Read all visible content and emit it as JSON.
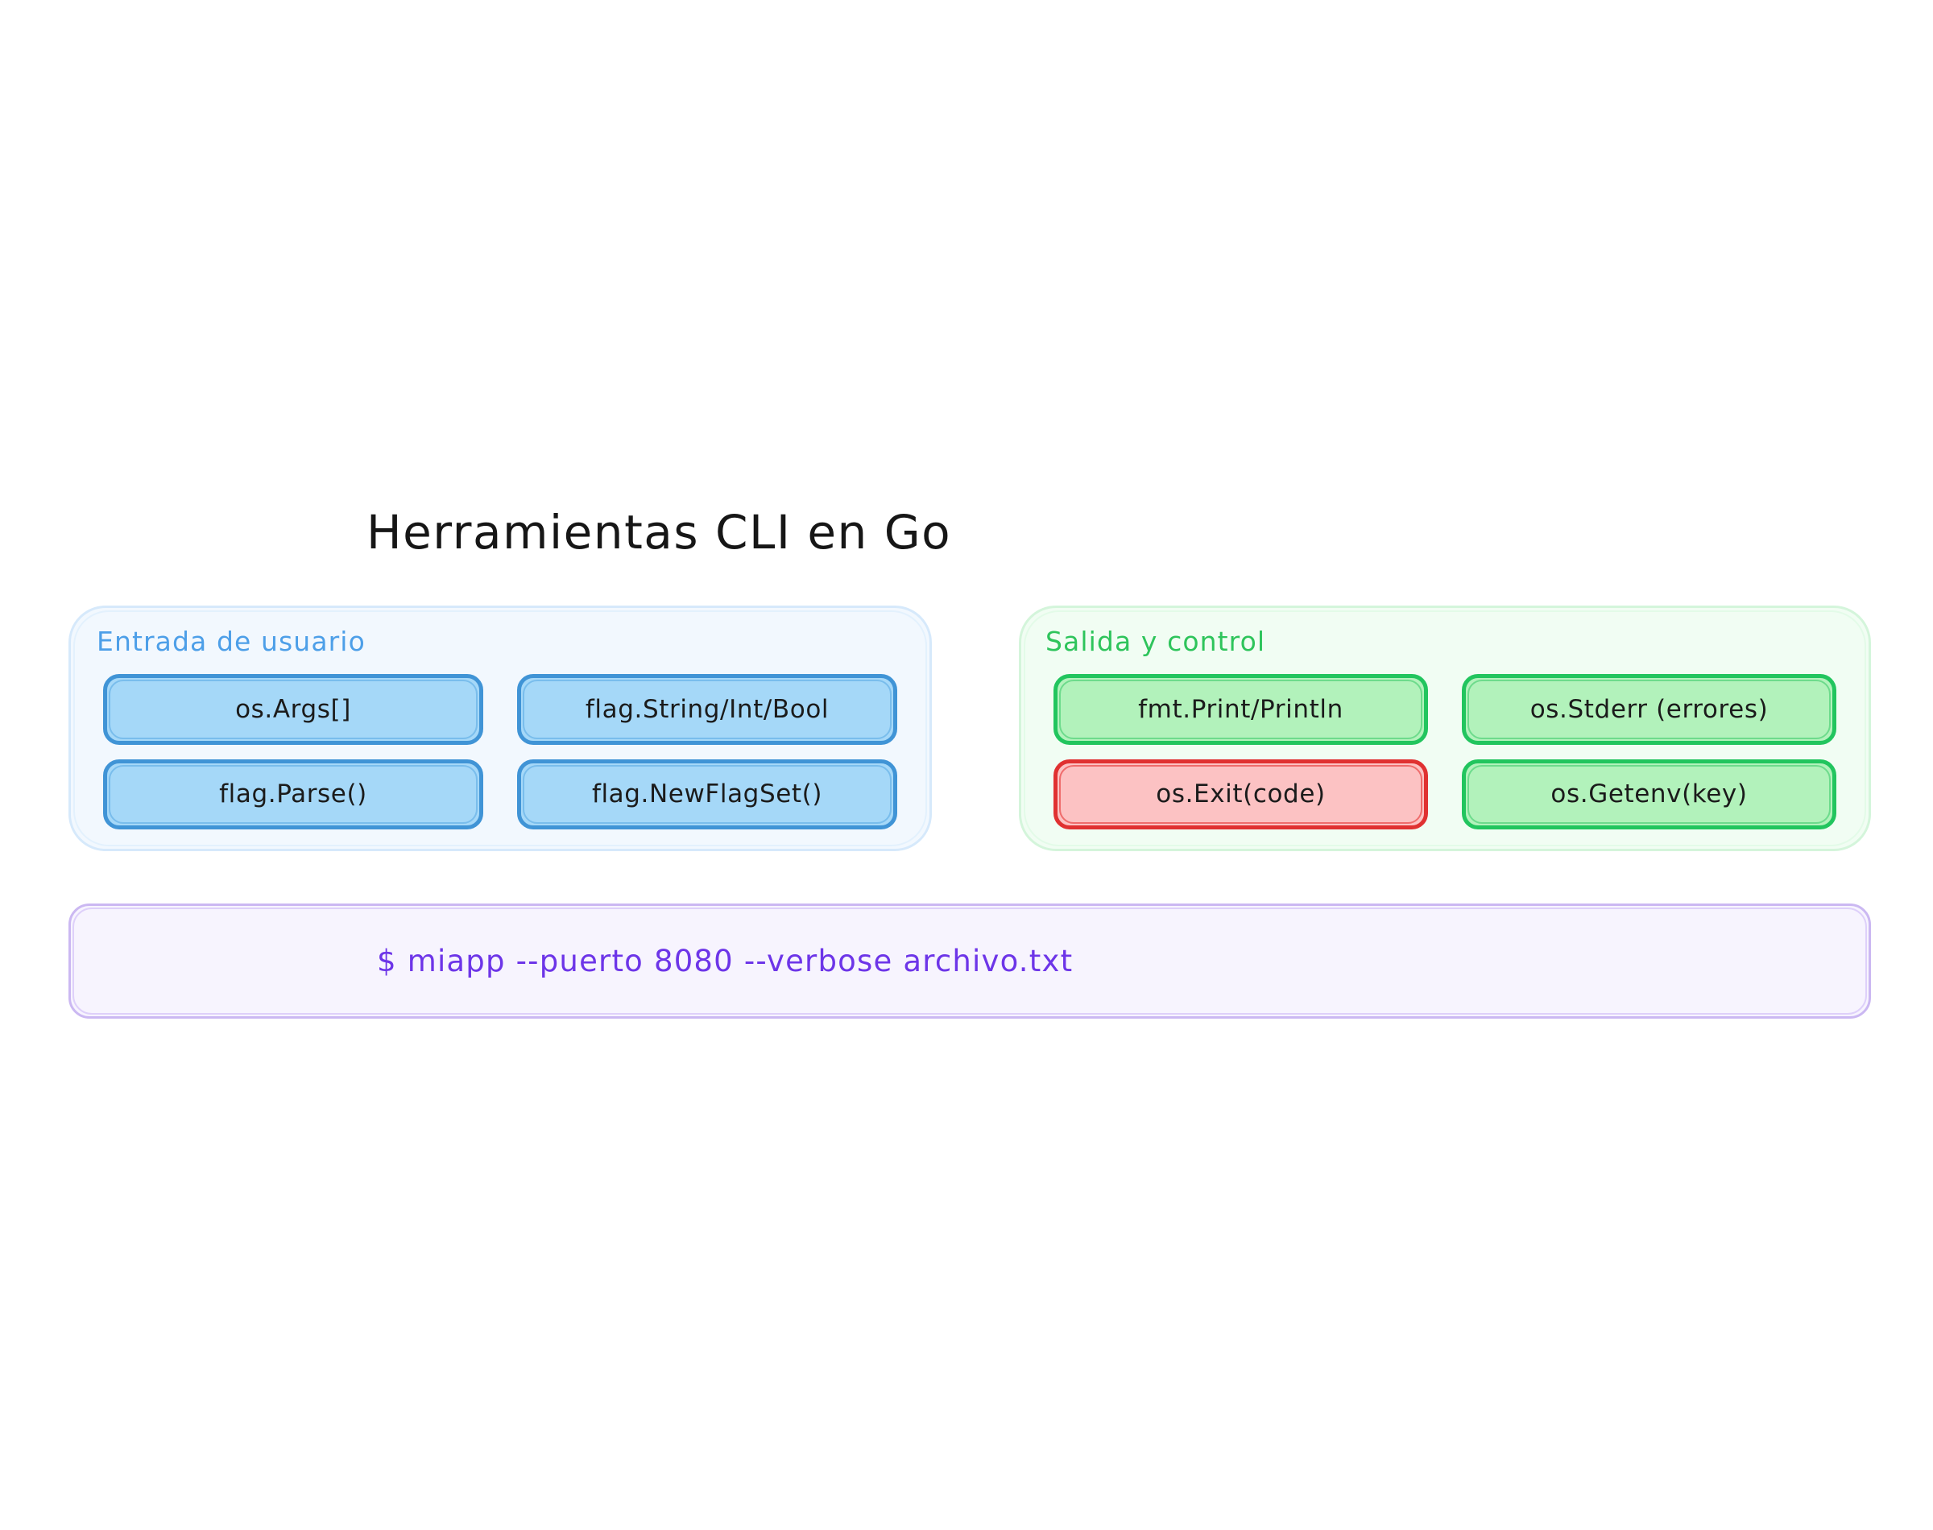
{
  "diagram": {
    "title": "Herramientas CLI en Go",
    "groups": [
      {
        "id": "entrada",
        "label": "Entrada de usuario",
        "accent": "#4d9fe8",
        "background": "#f2f8fe",
        "border": "#d6e9fb",
        "nodes": [
          {
            "label": "os.Args[]",
            "style": "blue"
          },
          {
            "label": "flag.String/Int/Bool",
            "style": "blue"
          },
          {
            "label": "flag.Parse()",
            "style": "blue"
          },
          {
            "label": "flag.NewFlagSet()",
            "style": "blue"
          }
        ]
      },
      {
        "id": "salida",
        "label": "Salida y control",
        "accent": "#2ec45b",
        "background": "#f1fdf3",
        "border": "#d4f5db",
        "nodes": [
          {
            "label": "fmt.Print/Println",
            "style": "green"
          },
          {
            "label": "os.Stderr (errores)",
            "style": "green"
          },
          {
            "label": "os.Exit(code)",
            "style": "red"
          },
          {
            "label": "os.Getenv(key)",
            "style": "green"
          }
        ]
      }
    ],
    "command_bar": {
      "command": "$ miapp --puerto 8080 --verbose archivo.txt",
      "text_color": "#6d35e8",
      "background": "#f7f4fe",
      "border": "#cbb8f2"
    },
    "palette": {
      "node_blue_fill": "#a5d8f8",
      "node_blue_border": "#4094d6",
      "node_green_fill": "#b2f2bb",
      "node_green_border": "#22c55e",
      "node_red_fill": "#fcc2c3",
      "node_red_border": "#e03131",
      "node_text": "#1b1b1b",
      "title_color": "#161616",
      "canvas": "#ffffff"
    }
  }
}
